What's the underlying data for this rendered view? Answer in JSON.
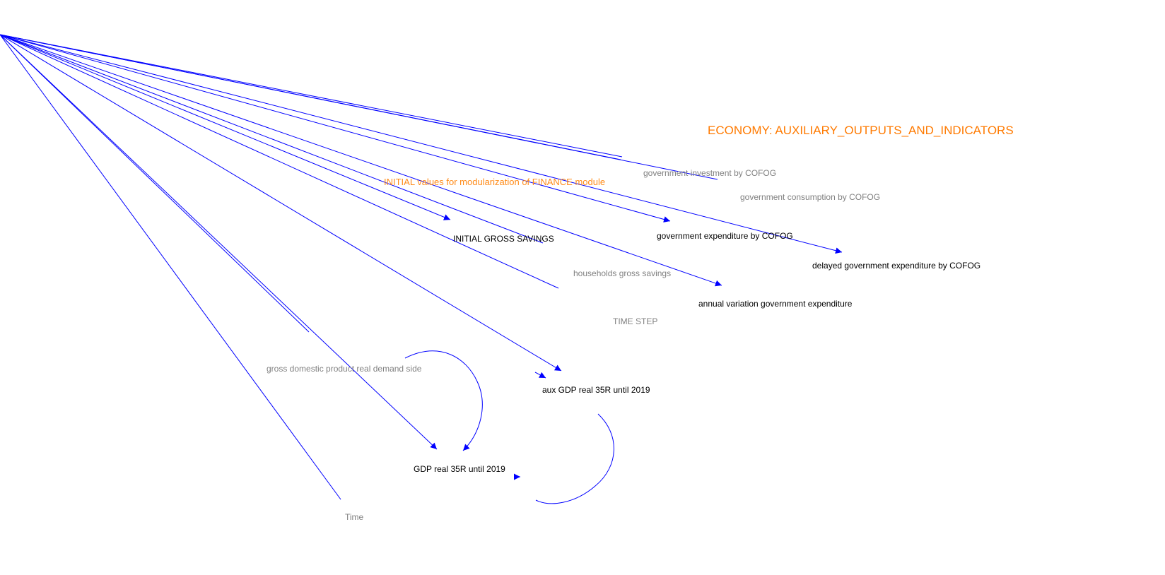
{
  "colors": {
    "link": "#0000ff",
    "title": "#ff7a00",
    "comment": "#ff8c1a",
    "shadow_var": "#808080",
    "var": "#000000"
  },
  "header": {
    "title": "ECONOMY: AUXILIARY_OUTPUTS_AND_INDICATORS"
  },
  "comment": "INITIAL values for modularization of FINANCE module",
  "variables": {
    "government_investment_by_cofog": "government investment by COFOG",
    "government_consumption_by_cofog": "government consumption by COFOG",
    "initial_gross_savings": "INITIAL GROSS SAVINGS",
    "government_expenditure_by_cofog": "government expenditure by COFOG",
    "delayed_government_expenditure_by_cofog": "delayed government expenditure by COFOG",
    "households_gross_savings": "households gross savings",
    "annual_variation_government_expenditure": "annual variation government expenditure",
    "time_step": "TIME STEP",
    "gdp_real_demand_side": "gross domestic product real demand side",
    "aux_gdp_real_35r_until_2019": "aux GDP real 35R until 2019",
    "gdp_real_35r_until_2019": "GDP real 35R until 2019",
    "time": "Time"
  }
}
